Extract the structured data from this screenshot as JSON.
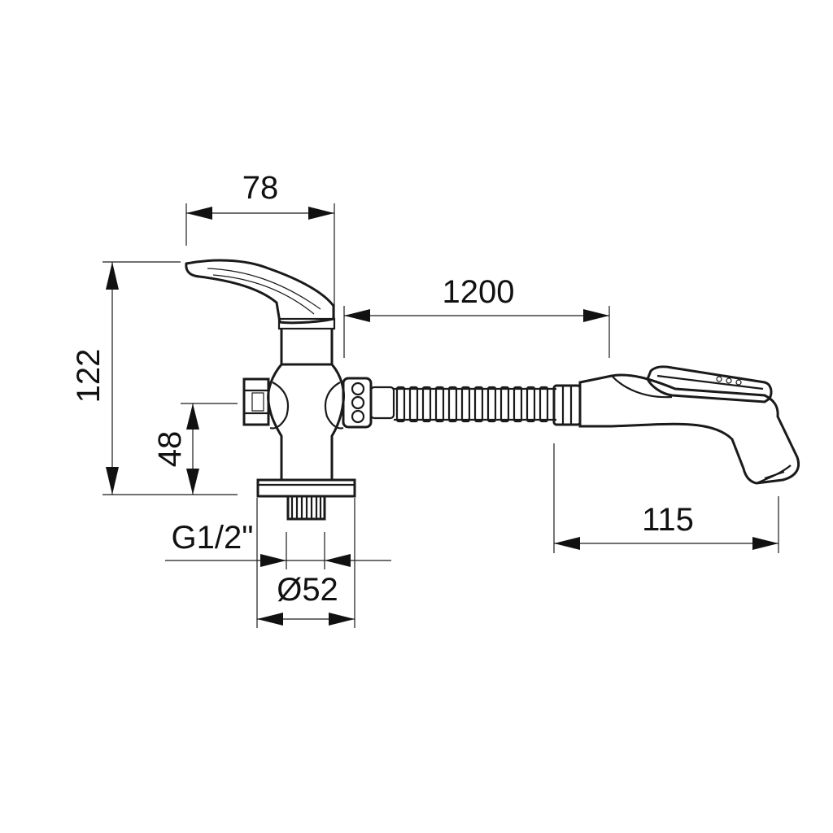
{
  "dimensions": {
    "total_width": "78",
    "total_height": "122",
    "outlet_height": "48",
    "hose_length": "1200",
    "handshower_length": "115",
    "base_diameter": "52",
    "thread": "G1/2\""
  },
  "diameter_symbol": "Ø",
  "colors": {
    "line": "#1a1a1a",
    "background": "#ffffff"
  },
  "icons": {
    "arrowhead": "filled-triangle-arrow"
  }
}
